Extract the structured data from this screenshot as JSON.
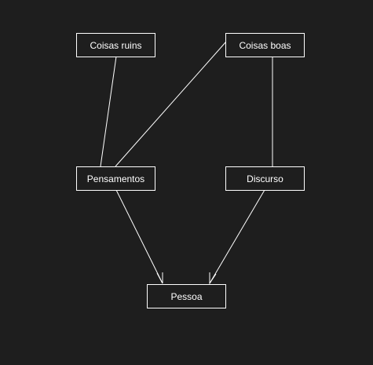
{
  "diagram": {
    "nodes": [
      {
        "id": "coisas-ruins",
        "label": "Coisas ruins"
      },
      {
        "id": "coisas-boas",
        "label": "Coisas boas"
      },
      {
        "id": "pensamentos",
        "label": "Pensamentos"
      },
      {
        "id": "discurso",
        "label": "Discurso"
      },
      {
        "id": "pessoa",
        "label": "Pessoa"
      }
    ],
    "edges": [
      {
        "from": "coisas-ruins",
        "to": "pensamentos",
        "arrow": false
      },
      {
        "from": "coisas-boas",
        "to": "pensamentos",
        "arrow": false
      },
      {
        "from": "coisas-boas",
        "to": "discurso",
        "arrow": false
      },
      {
        "from": "pensamentos",
        "to": "pessoa",
        "arrow": true
      },
      {
        "from": "discurso",
        "to": "pessoa",
        "arrow": true
      }
    ],
    "colors": {
      "background": "#1e1e1e",
      "stroke": "#ffffff",
      "text": "#ffffff"
    }
  }
}
